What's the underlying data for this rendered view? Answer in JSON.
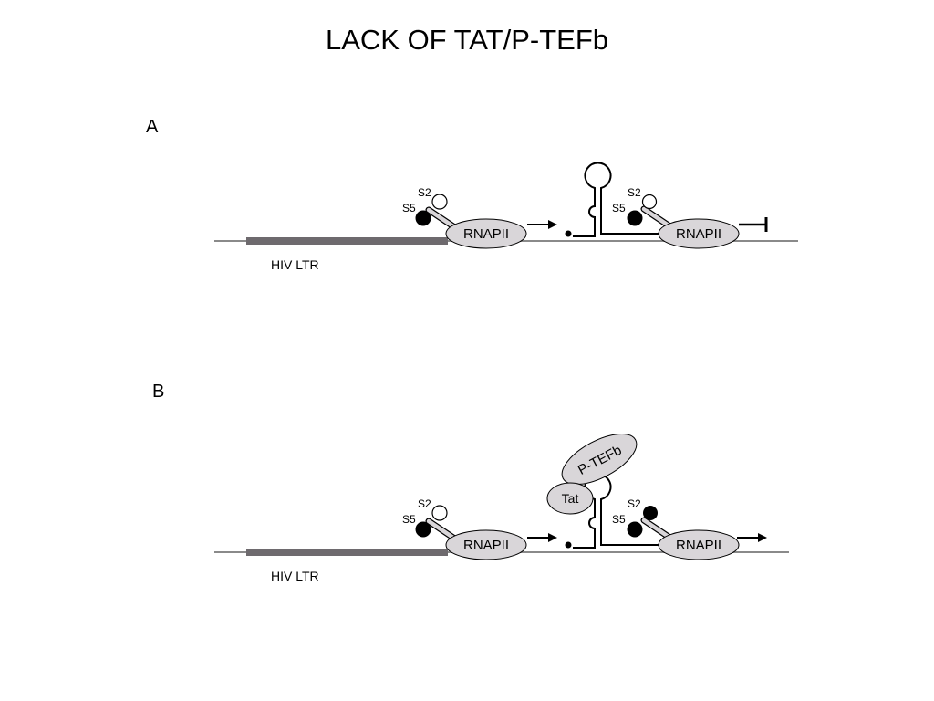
{
  "title": "LACK OF TAT/P-TEFb",
  "panels": [
    {
      "label": "A",
      "promoter_label": "HIV LTR",
      "polymerase_label": "RNAPII",
      "ser2_label": "S2",
      "ser5_label": "S5"
    },
    {
      "label": "B",
      "promoter_label": "HIV LTR",
      "polymerase_label": "RNAPII",
      "ser2_label": "S2",
      "ser5_label": "S5",
      "tat_label": "Tat",
      "ptefb_label": "P-TEFb"
    }
  ],
  "colors": {
    "ltr_bar": "#6e6a6e",
    "dna_line": "#8a8a8a",
    "polymerase_fill": "#d9d6d9",
    "phospho_filled": "#000000",
    "phospho_open": "#ffffff"
  }
}
